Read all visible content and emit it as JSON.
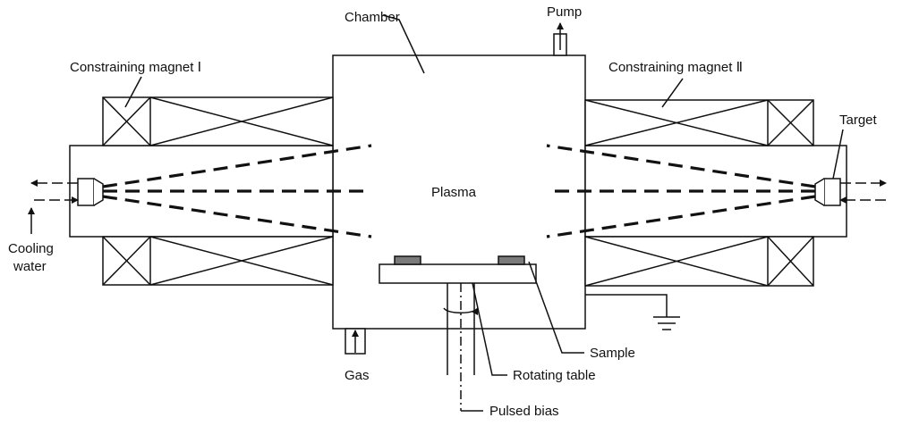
{
  "labels": {
    "chamber": "Chamber",
    "pump": "Pump",
    "magnet_left": "Constraining magnet Ⅰ",
    "magnet_right": "Constraining magnet Ⅱ",
    "target": "Target",
    "plasma": "Plasma",
    "cooling_line1": "Cooling",
    "cooling_line2": "water",
    "gas": "Gas",
    "sample": "Sample",
    "rotating_table": "Rotating table",
    "pulsed_bias": "Pulsed bias"
  },
  "colors": {
    "line": "#111111",
    "sample_fill": "#7a7a7a",
    "background": "#ffffff"
  },
  "icons": [
    "ground-icon",
    "rotation-arrow-icon",
    "flow-arrow-icon"
  ]
}
